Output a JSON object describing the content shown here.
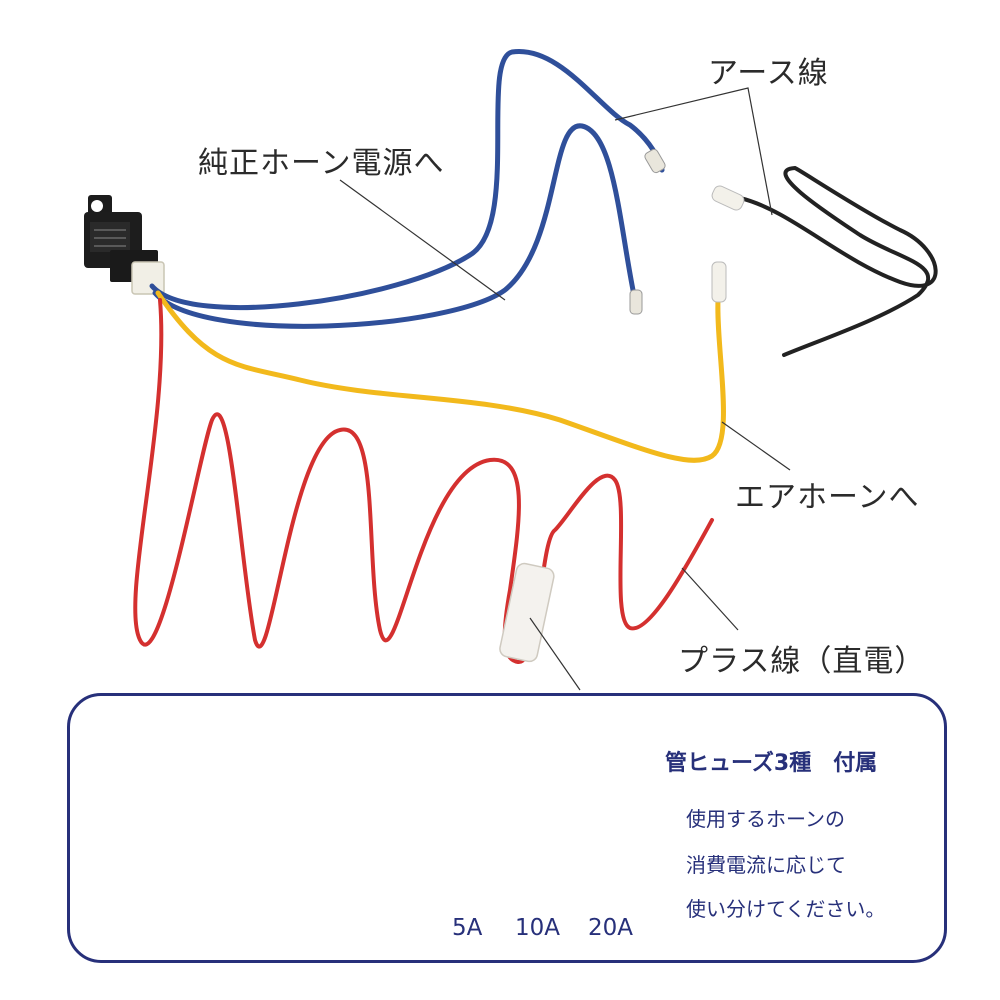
{
  "labels": {
    "stock_horn_power": "純正ホーン電源へ",
    "earth_wire": "アース線",
    "to_air_horn": "エアホーンへ",
    "plus_wire": "プラス線（直電）"
  },
  "fuse_panel": {
    "fuses": [
      "5A",
      "10A",
      "20A"
    ],
    "title": "管ヒューズ3種　付属",
    "lines": [
      "使用するホーンの",
      "消費電流に応じて",
      "使い分けてください。"
    ]
  },
  "colors": {
    "red_wire": "#d4302f",
    "blue_wire": "#2f4f9a",
    "yellow_wire": "#f2b91c",
    "black_wire": "#222222",
    "panel_border": "#27307a",
    "leader_line": "#333333"
  }
}
